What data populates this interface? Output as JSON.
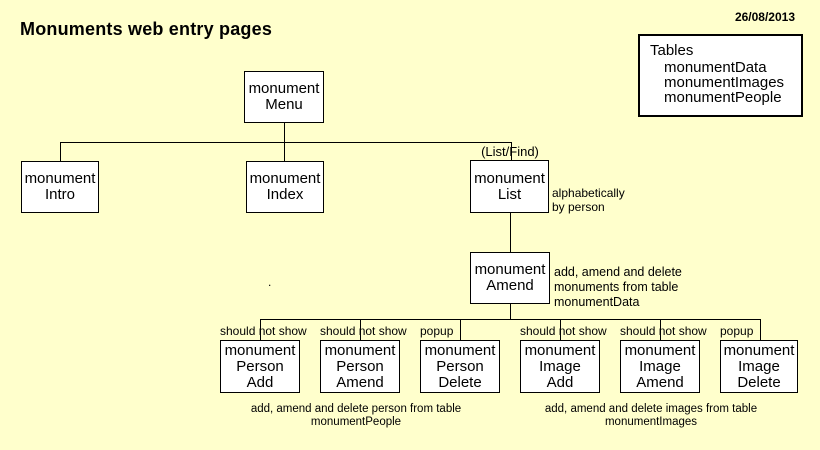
{
  "page": {
    "title": "Monuments web entry pages",
    "date": "26/08/2013"
  },
  "tables_panel": {
    "title": "Tables",
    "items": [
      "monumentData",
      "monumentImages",
      "monumentPeople"
    ]
  },
  "nodes": {
    "menu": "monument\nMenu",
    "intro": "monument\nIntro",
    "index": "monument\nIndex",
    "list": "monument\nList",
    "amend": "monument\nAmend",
    "person_add": "monument\nPerson\nAdd",
    "person_amend": "monument\nPerson\nAmend",
    "person_delete": "monument\nPerson\nDelete",
    "image_add": "monument\nImage\nAdd",
    "image_amend": "monument\nImage\nAmend",
    "image_delete": "monument\nImage\nDelete"
  },
  "annotations": {
    "list_find": "(List/Find)",
    "list_note": "alphabetically\nby person",
    "amend_note": "add, amend and delete\nmonuments from table\nmonumentData",
    "person_add_tag": "should not show",
    "person_amend_tag": "should not show",
    "person_delete_tag": "popup",
    "image_add_tag": "should not show",
    "image_amend_tag": "should not show",
    "image_delete_tag": "popup",
    "person_caption": "add, amend and delete person from table\nmonumentPeople",
    "image_caption": "add, amend and delete images from table\nmonumentImages",
    "stray_mark": "."
  },
  "colors": {
    "background": "#FFFFCC",
    "box_background": "#FFFFFF",
    "line": "#000000",
    "text": "#000000"
  }
}
